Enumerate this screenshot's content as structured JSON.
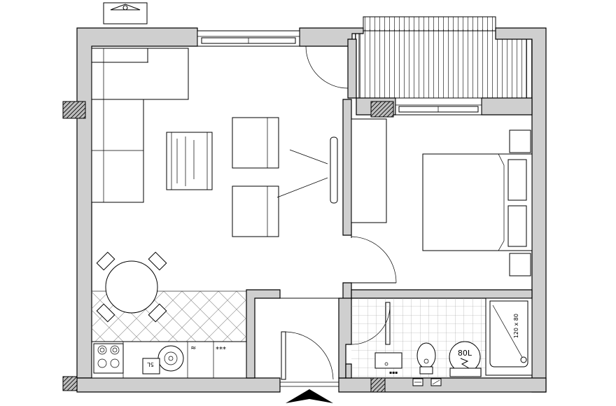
{
  "plan": {
    "labels": {
      "boiler_capacity": "80L",
      "water_heater_capacity": "5L",
      "bathtub_label": "120 x 80",
      "stove_symbol": "≈",
      "oven_symbol": "***"
    },
    "colors": {
      "wall_fill": "#cfcfcf",
      "line": "#000000",
      "background": "#ffffff"
    },
    "icons": [
      "compass-icon",
      "entrance-arrow-icon"
    ]
  }
}
